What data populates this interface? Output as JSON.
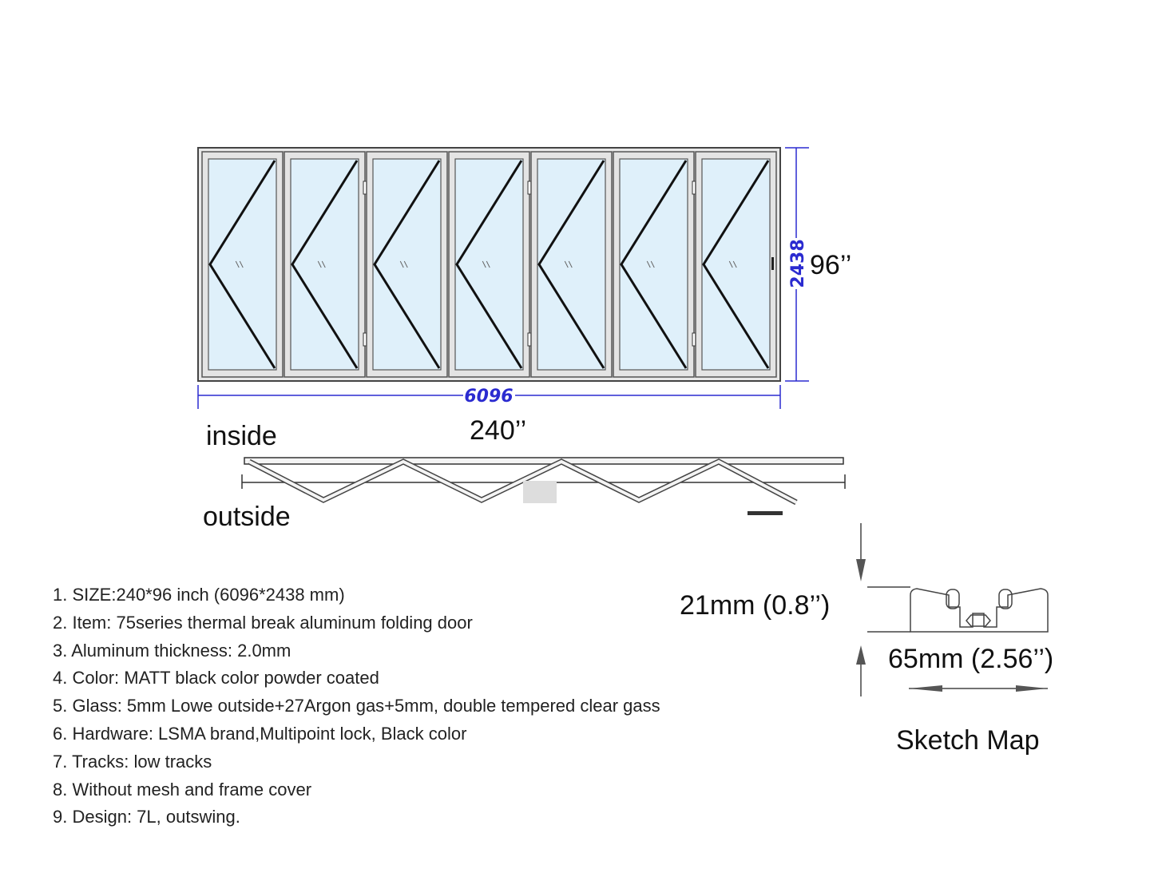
{
  "elevation": {
    "panel_count": 7,
    "width_mm": "6096",
    "height_mm": "2438",
    "width_in": "240’’",
    "height_in": "96’’",
    "dimension_color": "#2b2bd0",
    "glass_color": "#dff0fa",
    "frame_color": "#555555"
  },
  "plan": {
    "inside_label": "inside",
    "outside_label": "outside"
  },
  "profile": {
    "height_label": "21mm (0.8’’)",
    "width_label": "65mm (2.56’’)",
    "caption": "Sketch Map"
  },
  "specs": [
    "1. SIZE:240*96 inch (6096*2438 mm)",
    "2. Item: 75series thermal break aluminum folding door",
    "3. Aluminum thickness: 2.0mm",
    "4. Color: MATT black color powder coated",
    "5. Glass: 5mm Lowe outside+27Argon gas+5mm, double tempered clear gass",
    "6. Hardware: LSMA brand,Multipoint lock, Black color",
    "7. Tracks: low tracks",
    "8. Without mesh and frame cover",
    "9. Design: 7L, outswing."
  ]
}
